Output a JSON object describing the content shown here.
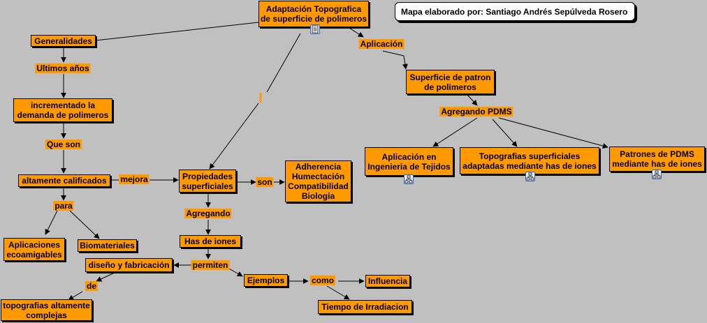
{
  "credit": "Mapa elaborado por: Santiago Andrés Sepúlveda Rosero",
  "concepts": {
    "root": "Adaptación Topografica\nde superficie de polimeros",
    "generalidades": "Generalidades",
    "incrementado": "incrementado la\ndemanda de polimeros",
    "altamente": "altamente calificados",
    "aplicaciones_eco": "Aplicaciones\necoamigables",
    "biomateriales": "Biomateriales",
    "diseno": "diseño y fabricación",
    "topografias_complejas": "topografias altamente\ncomplejas",
    "propiedades": "Propiedades\nsuperficiales",
    "adherencia": "Adherencia\nHumectación\nCompatibilidad\nBiologia",
    "has_iones": "Has de iones",
    "ejemplos": "Ejemplos",
    "influencia": "Influencia",
    "tiempo": "Tiempo de Irradiacion",
    "superficie_patron": "Superficie de patron\nde polimeros",
    "aplicacion_tejidos": "Aplicación en\nIngenieria de Tejidos",
    "topografias_sup": "Topografias superficiales\nadaptadas mediante has de iones",
    "patrones_pdms": "Patrones de PDMS\nmediante has de iones"
  },
  "phrases": {
    "ultimos": "Ultimos años",
    "que_son": "Que son",
    "para": "para",
    "mejora": "mejora",
    "son": "son",
    "agregando": "Agregando",
    "permiten": "permiten",
    "de": "de",
    "como": "como",
    "aplicacion": "Aplicación",
    "agregando_pdms": "Agregando PDMS",
    "bar": "|"
  },
  "icons": {
    "root_resource": "document-icon",
    "tejidos_resource": "concept-map-icon",
    "topografias_resource": "concept-map-icon",
    "pdms_resource": "concept-map-icon"
  },
  "colors": {
    "background": "#c0c0c0",
    "concept_fill": "#ff9900",
    "border": "#000000",
    "credit_fill": "#ffffff"
  }
}
